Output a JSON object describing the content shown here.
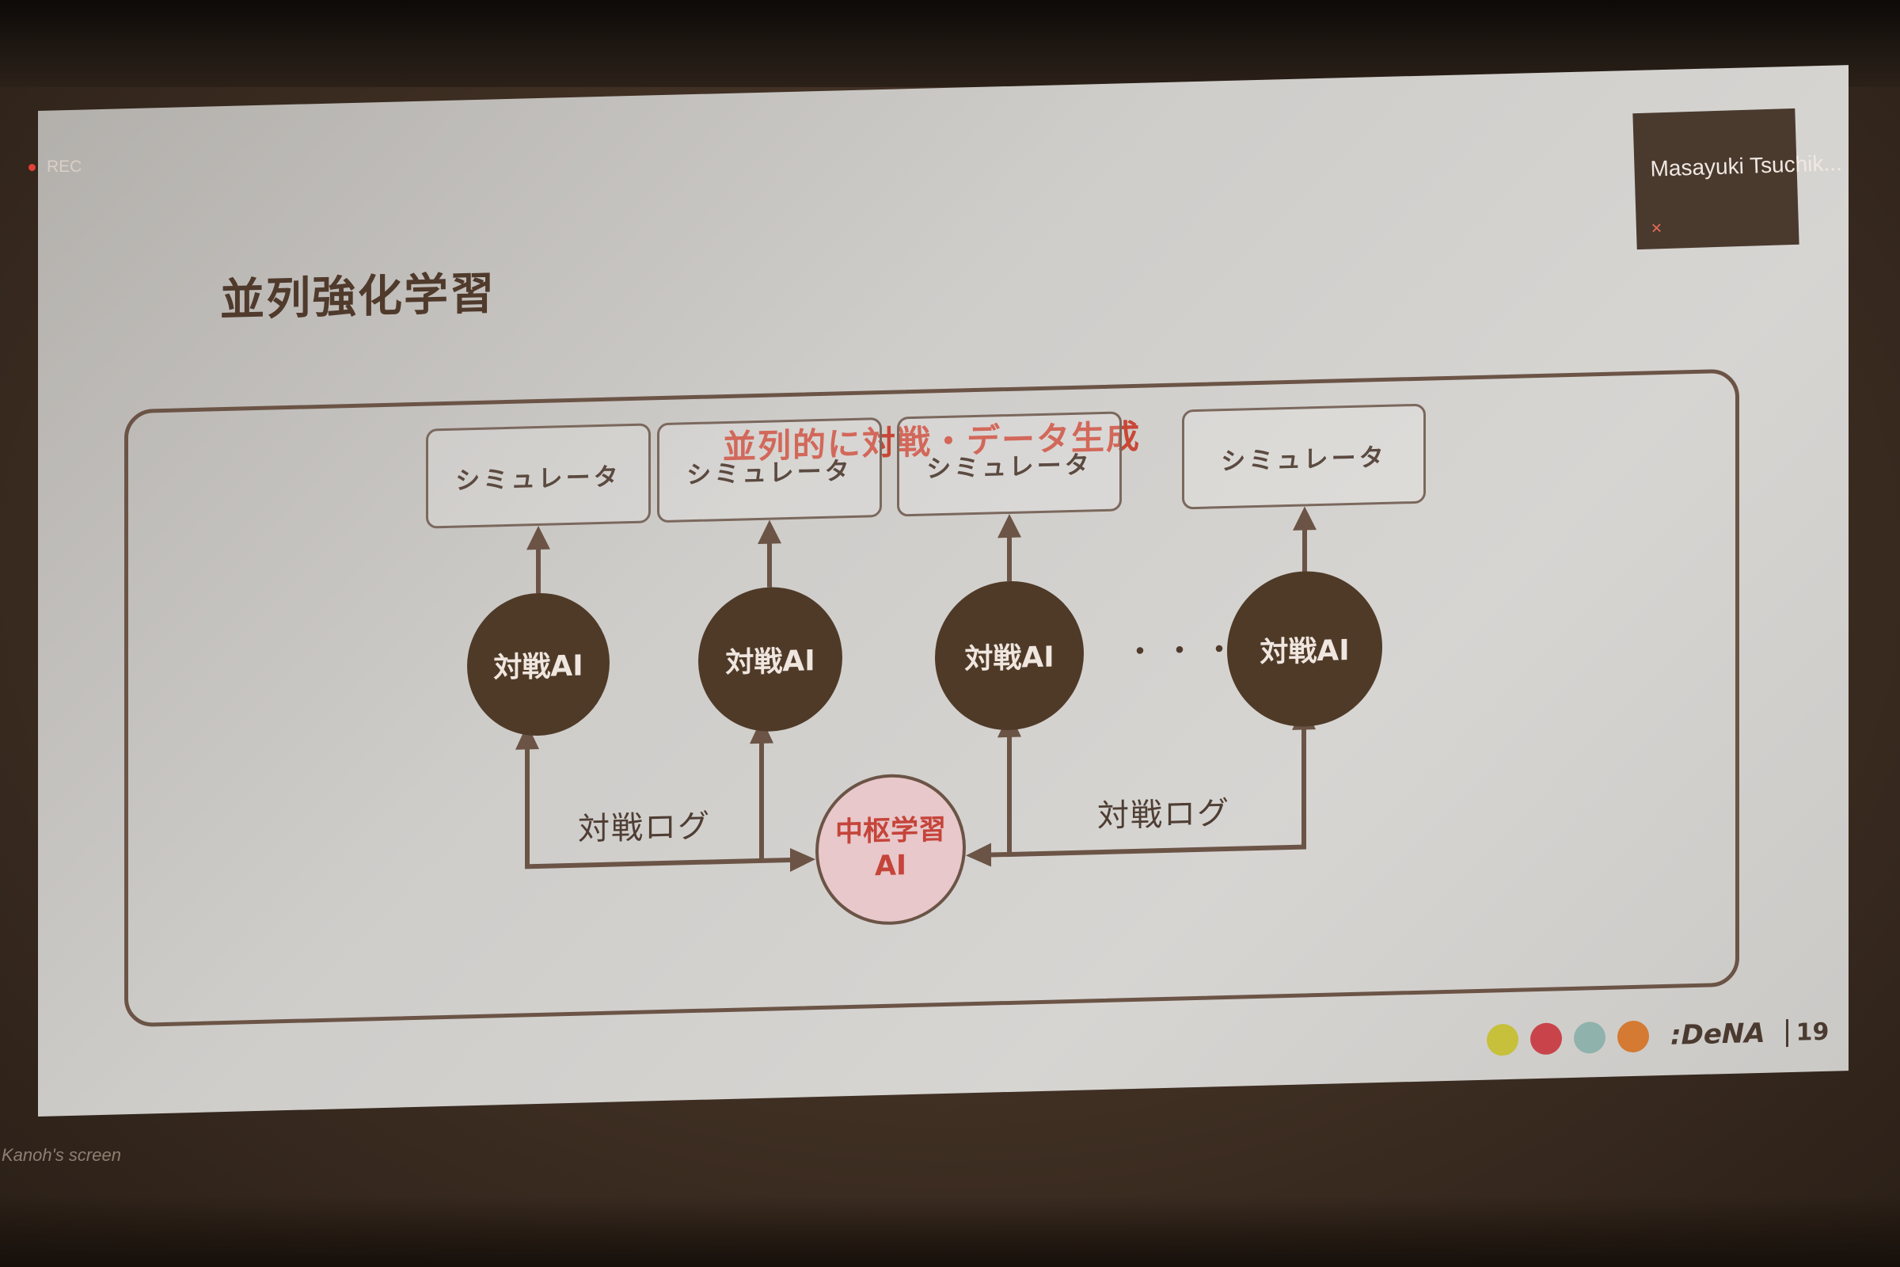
{
  "conference_ui": {
    "recording_label": "REC",
    "speaker_name": "Masayuki Tsuchik...",
    "screen_owner": "Kanoh's screen"
  },
  "slide": {
    "title": "並列強化学習",
    "container_label": "並列的に対戦・データ生成",
    "simulators": [
      "シミュレータ",
      "シミュレータ",
      "シミュレータ",
      "シミュレータ"
    ],
    "battle_ais": [
      "対戦AI",
      "対戦AI",
      "対戦AI",
      "対戦AI"
    ],
    "ellipsis": "・・・",
    "central_ai": {
      "line1": "中枢学習",
      "line2": "AI"
    },
    "logs": {
      "left": "対戦ログ",
      "right": "対戦ログ"
    },
    "footer": {
      "dot_colors": [
        "#c6c03a",
        "#c8444a",
        "#8fb3ac",
        "#d47a33"
      ],
      "brand": ":DeNA",
      "page_number": "19"
    }
  },
  "colors": {
    "accent_red": "#c84736",
    "circle_brown": "#4f3a28",
    "line_brown": "#6b5446"
  }
}
